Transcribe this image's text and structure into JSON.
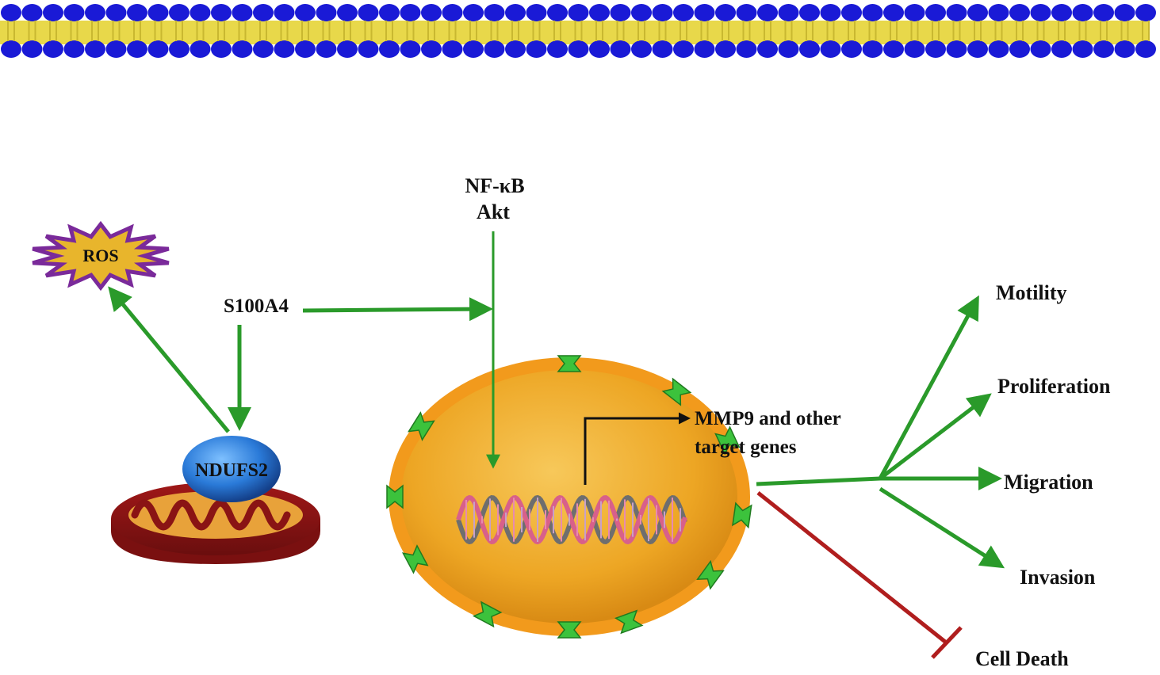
{
  "labels": {
    "ros": "ROS",
    "s100a4": "S100A4",
    "nfkb": "NF-κB",
    "akt": "Akt",
    "ndufs2": "NDUFS2",
    "mmp9_line1": "MMP9 and other",
    "mmp9_line2": "target genes",
    "motility": "Motility",
    "proliferation": "Proliferation",
    "migration": "Migration",
    "invasion": "Invasion",
    "cell_death": "Cell Death"
  },
  "colors": {
    "membrane_head": "#1a1ad6",
    "membrane_tail": "#e8d84a",
    "arrow_green": "#2a9a2a",
    "inhibit_red": "#b01e1e",
    "nucleus_outer": "#f29a1c",
    "nucleus_inner": "#f3b52c",
    "ros_fill": "#e8b52c",
    "ros_stroke": "#7a2a9a",
    "ndufs2": "#2a7ad8",
    "mito_outer": "#8a1414",
    "mito_inner": "#e8a23a"
  }
}
